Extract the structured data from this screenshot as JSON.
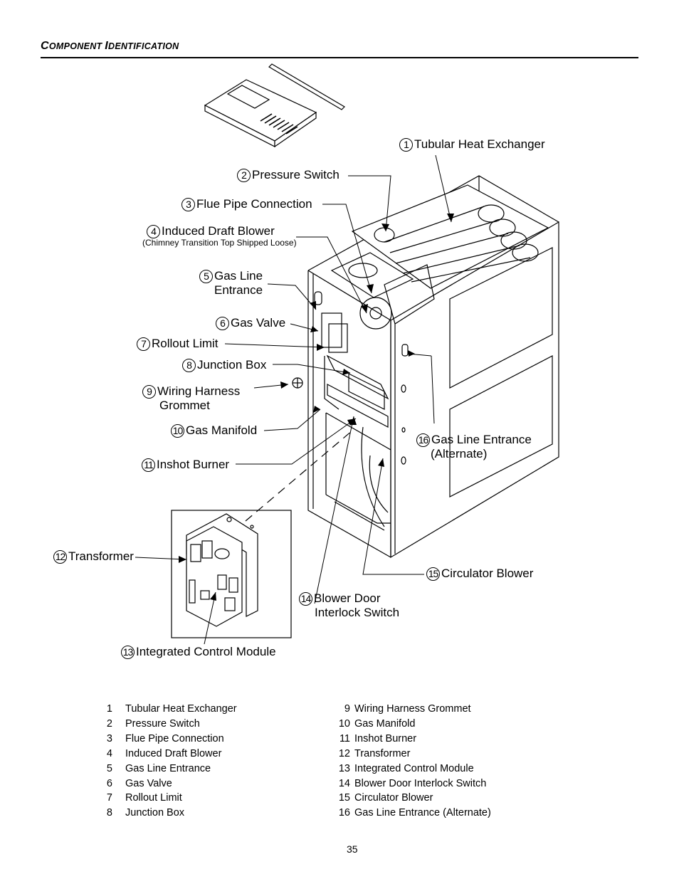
{
  "header": {
    "title_c": "C",
    "title_rest1": "OMPONENT ",
    "title_i": "I",
    "title_rest2": "DENTIFICATION"
  },
  "callouts": [
    {
      "num": "1",
      "label": "Tubular Heat Exchanger"
    },
    {
      "num": "2",
      "label": "Pressure Switch"
    },
    {
      "num": "3",
      "label": "Flue Pipe Connection"
    },
    {
      "num": "4",
      "label": "Induced Draft Blower",
      "note": "(Chimney Transition Top Shipped Loose)"
    },
    {
      "num": "5",
      "label": "Gas Line",
      "label2": "Entrance"
    },
    {
      "num": "6",
      "label": "Gas Valve"
    },
    {
      "num": "7",
      "label": "Rollout Limit"
    },
    {
      "num": "8",
      "label": "Junction Box"
    },
    {
      "num": "9",
      "label": "Wiring Harness",
      "label2": "Grommet"
    },
    {
      "num": "10",
      "label": "Gas Manifold"
    },
    {
      "num": "11",
      "label": "Inshot Burner"
    },
    {
      "num": "12",
      "label": "Transformer"
    },
    {
      "num": "13",
      "label": "Integrated Control Module"
    },
    {
      "num": "14",
      "label": "Blower Door",
      "label2": "Interlock Switch"
    },
    {
      "num": "15",
      "label": "Circulator Blower"
    },
    {
      "num": "16",
      "label": "Gas Line Entrance",
      "label2": "(Alternate)"
    }
  ],
  "legend_left": [
    {
      "n": "1",
      "t": "Tubular Heat Exchanger"
    },
    {
      "n": "2",
      "t": "Pressure Switch"
    },
    {
      "n": "3",
      "t": "Flue Pipe Connection"
    },
    {
      "n": "4",
      "t": "Induced Draft Blower"
    },
    {
      "n": "5",
      "t": "Gas Line Entrance"
    },
    {
      "n": "6",
      "t": "Gas Valve"
    },
    {
      "n": "7",
      "t": "Rollout Limit"
    },
    {
      "n": "8",
      "t": "Junction Box"
    }
  ],
  "legend_right": [
    {
      "n": "9",
      "t": "Wiring Harness Grommet"
    },
    {
      "n": "10",
      "t": "Gas Manifold"
    },
    {
      "n": "11",
      "t": "Inshot Burner"
    },
    {
      "n": "12",
      "t": "Transformer"
    },
    {
      "n": "13",
      "t": "Integrated Control Module"
    },
    {
      "n": "14",
      "t": "Blower Door Interlock Switch"
    },
    {
      "n": "15",
      "t": "Circulator Blower"
    },
    {
      "n": "16",
      "t": "Gas Line Entrance (Alternate)"
    }
  ],
  "footer": {
    "page_number": "35"
  }
}
